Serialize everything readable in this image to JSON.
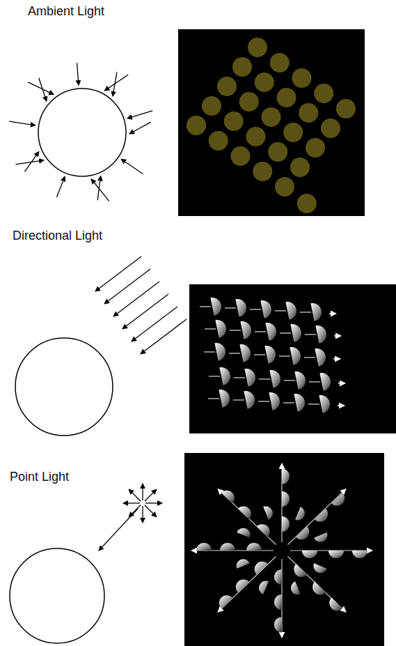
{
  "diagram": {
    "labels": [
      "Ambient Light",
      "Directional Light",
      "Point Light"
    ]
  }
}
